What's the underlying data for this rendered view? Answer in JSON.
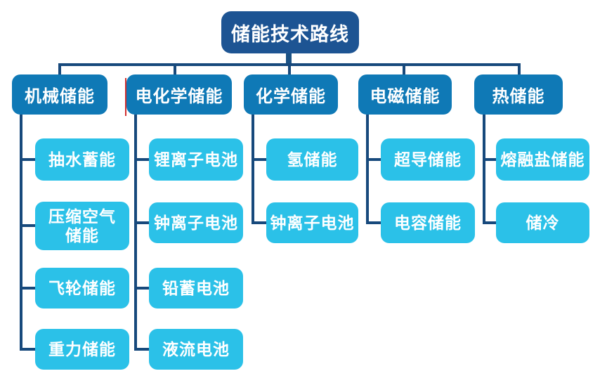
{
  "title": "储能技术路线",
  "colors": {
    "root_fill": "#1d5493",
    "category_fill": "#0f79b6",
    "leaf_fill": "#2bc1e8",
    "connector": "#17497c",
    "text": "#ffffff",
    "red_sliver_artifact": "#d12f2f"
  },
  "tree": {
    "root": "储能技术路线",
    "categories": [
      {
        "label": "机械储能",
        "children": [
          "抽水蓄能",
          "压缩空气储能",
          "飞轮储能",
          "重力储能"
        ]
      },
      {
        "label": "电化学储能",
        "children": [
          "锂离子电池",
          "钟离子电池",
          "铅蓄电池",
          "液流电池"
        ]
      },
      {
        "label": "化学储能",
        "children": [
          "氢储能",
          "钟离子电池"
        ]
      },
      {
        "label": "电磁储能",
        "children": [
          "超导储能",
          "电容储能"
        ]
      },
      {
        "label": "热储能",
        "children": [
          "熔融盐储能",
          "储冷"
        ]
      }
    ]
  }
}
